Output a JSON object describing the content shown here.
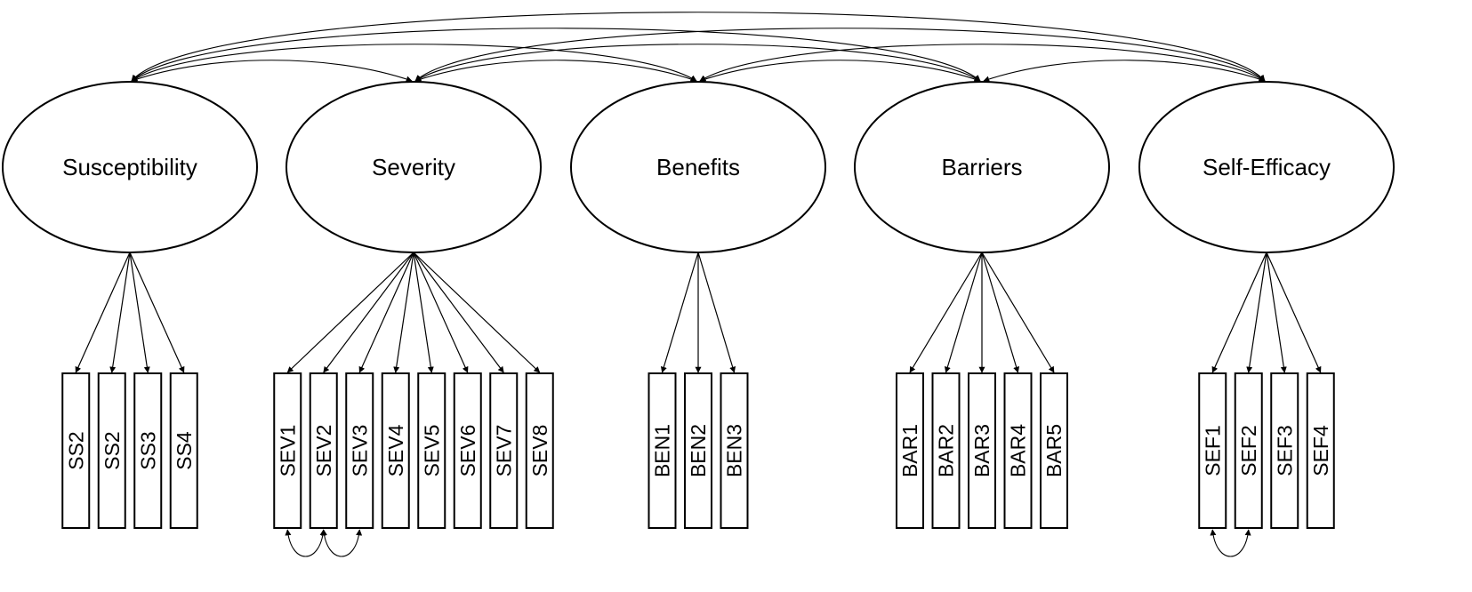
{
  "diagram": {
    "factors": [
      {
        "id": "susceptibility",
        "label": "Susceptibility",
        "indicators": [
          "SS2",
          "SS2",
          "SS3",
          "SS4"
        ]
      },
      {
        "id": "severity",
        "label": "Severity",
        "indicators": [
          "SEV1",
          "SEV2",
          "SEV3",
          "SEV4",
          "SEV5",
          "SEV6",
          "SEV7",
          "SEV8"
        ]
      },
      {
        "id": "benefits",
        "label": "Benefits",
        "indicators": [
          "BEN1",
          "BEN2",
          "BEN3"
        ]
      },
      {
        "id": "barriers",
        "label": "Barriers",
        "indicators": [
          "BAR1",
          "BAR2",
          "BAR3",
          "BAR4",
          "BAR5"
        ]
      },
      {
        "id": "self-efficacy",
        "label": "Self-Efficacy",
        "indicators": [
          "SEF1",
          "SEF2",
          "SEF3",
          "SEF4"
        ]
      }
    ],
    "factor_covariances": [
      [
        0,
        1
      ],
      [
        0,
        2
      ],
      [
        0,
        3
      ],
      [
        0,
        4
      ],
      [
        1,
        2
      ],
      [
        1,
        3
      ],
      [
        1,
        4
      ],
      [
        2,
        3
      ],
      [
        2,
        4
      ],
      [
        3,
        4
      ]
    ],
    "error_covariances": [
      {
        "factor": 1,
        "from": 0,
        "to": 1
      },
      {
        "factor": 1,
        "from": 1,
        "to": 2
      },
      {
        "factor": 4,
        "from": 0,
        "to": 1
      }
    ]
  }
}
